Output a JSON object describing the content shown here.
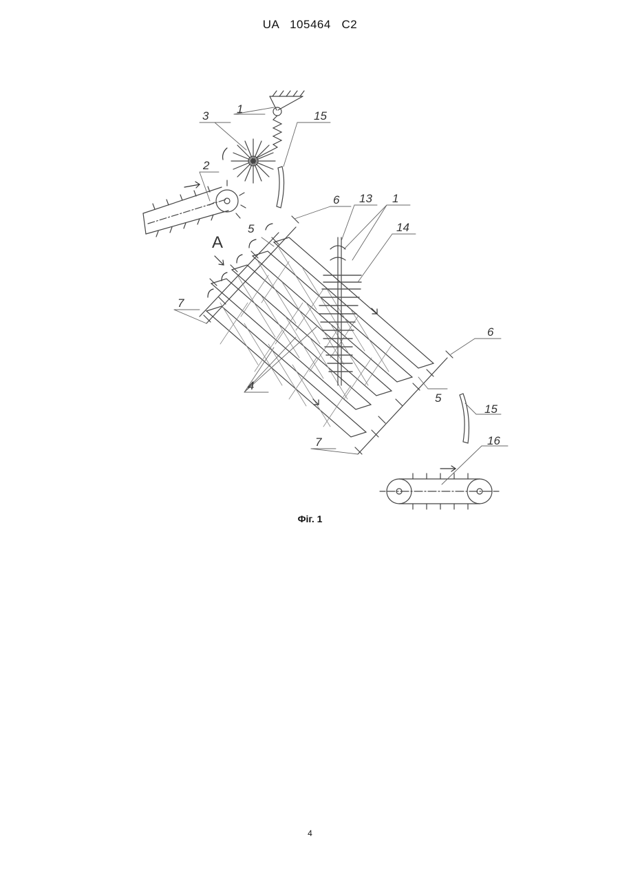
{
  "header": {
    "publication_number": "UA   105464   C2"
  },
  "figure": {
    "caption": "Фіг. 1",
    "view_label": "А",
    "reference_numerals": {
      "n1_top": "1",
      "n3": "3",
      "n15_top": "15",
      "n2": "2",
      "n6_top": "6",
      "n13": "13",
      "n1_mid": "1",
      "n14": "14",
      "n5_top": "5",
      "n7_left": "7",
      "n4": "4",
      "n6_right": "6",
      "n5_right": "5",
      "n15_right": "15",
      "n7_bottom": "7",
      "n16": "16"
    }
  },
  "page_number": "4"
}
